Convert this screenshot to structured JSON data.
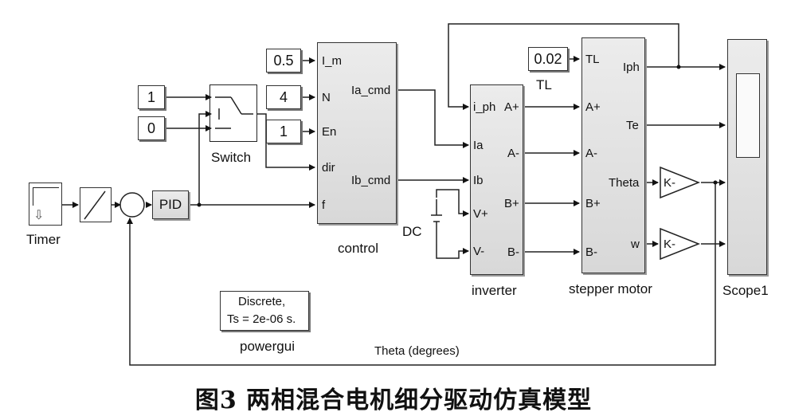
{
  "constants": {
    "one_top": "1",
    "zero": "0",
    "im_value": "0.5",
    "n_value": "4",
    "en_value": "1",
    "tl_value": "0.02"
  },
  "blocks": {
    "switch": "Switch",
    "timer": "Timer",
    "pid": "PID",
    "control": "control",
    "inverter": "inverter",
    "stepper": "stepper motor",
    "scope": "Scope1",
    "dc": "DC",
    "tl": "TL",
    "gain1": "K-",
    "gain2": "K-",
    "powergui_line1": "Discrete,",
    "powergui_line2": "Ts = 2e-06 s.",
    "powergui": "powergui",
    "feedback": "Theta (degrees)"
  },
  "ports": {
    "control_in": [
      "I_m",
      "N",
      "En",
      "dir",
      "f"
    ],
    "control_out": [
      "Ia_cmd",
      "Ib_cmd"
    ],
    "inverter_in": [
      "i_ph",
      "Ia",
      "Ib",
      "V+",
      "V-"
    ],
    "inverter_out": [
      "A+",
      "A-",
      "B+",
      "B-"
    ],
    "stepper_in": [
      "TL",
      "A+",
      "A-",
      "B+",
      "B-"
    ],
    "stepper_out": [
      "Iph",
      "Te",
      "Theta",
      "w"
    ]
  },
  "caption": "图3   两相混合电机细分驱动仿真模型"
}
